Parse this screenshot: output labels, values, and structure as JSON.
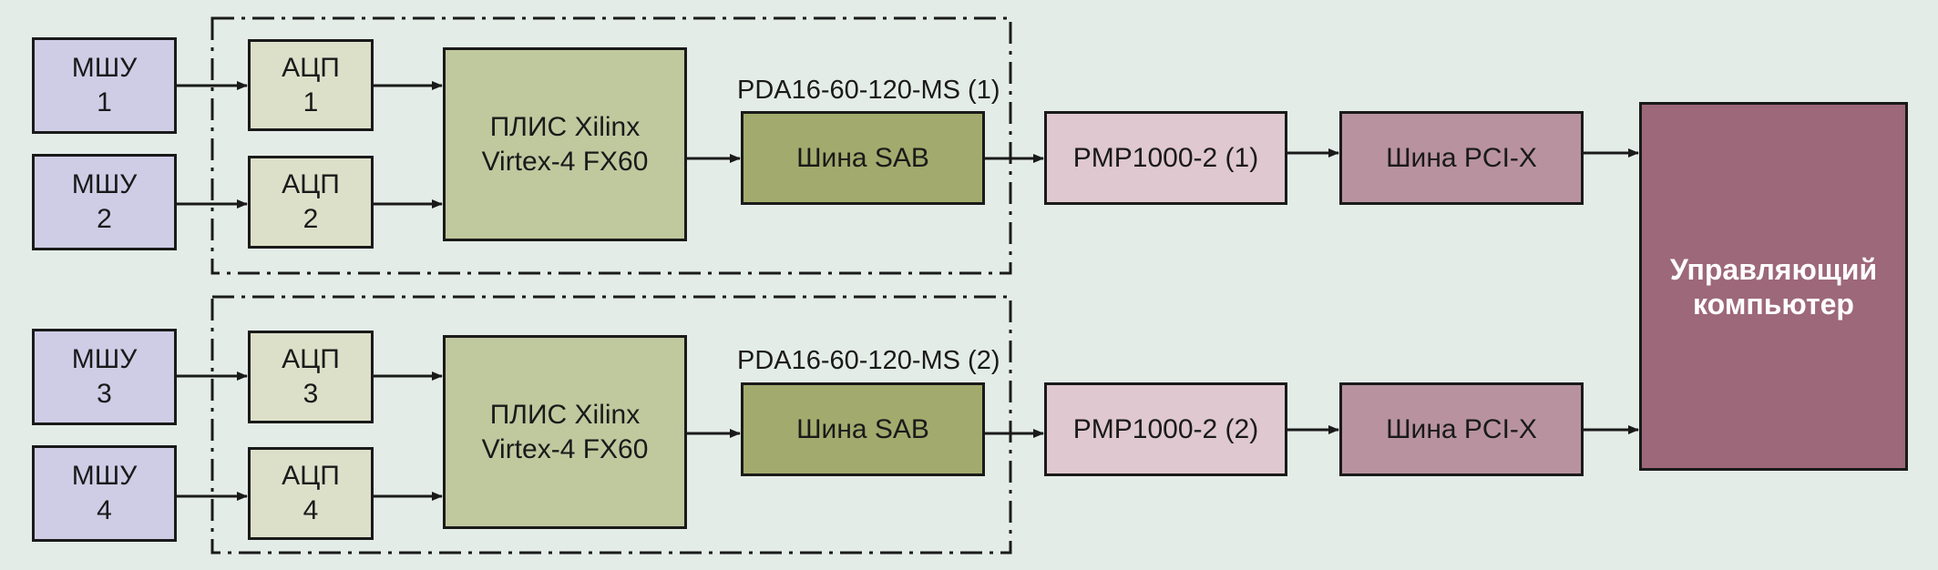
{
  "lna": [
    {
      "label": "МШУ\n1"
    },
    {
      "label": "МШУ\n2"
    },
    {
      "label": "МШУ\n3"
    },
    {
      "label": "МШУ\n4"
    }
  ],
  "adc": [
    {
      "label": "АЦП\n1"
    },
    {
      "label": "АЦП\n2"
    },
    {
      "label": "АЦП\n3"
    },
    {
      "label": "АЦП\n4"
    }
  ],
  "fpga": [
    {
      "label": "ПЛИС Xilinx\nVirtex-4 FX60"
    },
    {
      "label": "ПЛИС Xilinx\nVirtex-4 FX60"
    }
  ],
  "sab": [
    {
      "label": "Шина SAB"
    },
    {
      "label": "Шина SAB"
    }
  ],
  "board_labels": [
    "PDA16-60-120-MS (1)",
    "PDA16-60-120-MS (2)"
  ],
  "pmp": [
    {
      "label": "PMP1000-2 (1)"
    },
    {
      "label": "PMP1000-2 (2)"
    }
  ],
  "pcix": [
    {
      "label": "Шина PCI-X"
    },
    {
      "label": "Шина PCI-X"
    }
  ],
  "host": {
    "label": "Управляющий\nкомпьютер"
  },
  "colors": {
    "background": "#e4ece8",
    "lna": "#cfcce6",
    "adc": "#dde0c9",
    "fpga": "#c0c89e",
    "sab": "#a2ab6d",
    "pmp": "#dfc8cf",
    "pcix": "#b8939f",
    "host": "#9d6879"
  }
}
